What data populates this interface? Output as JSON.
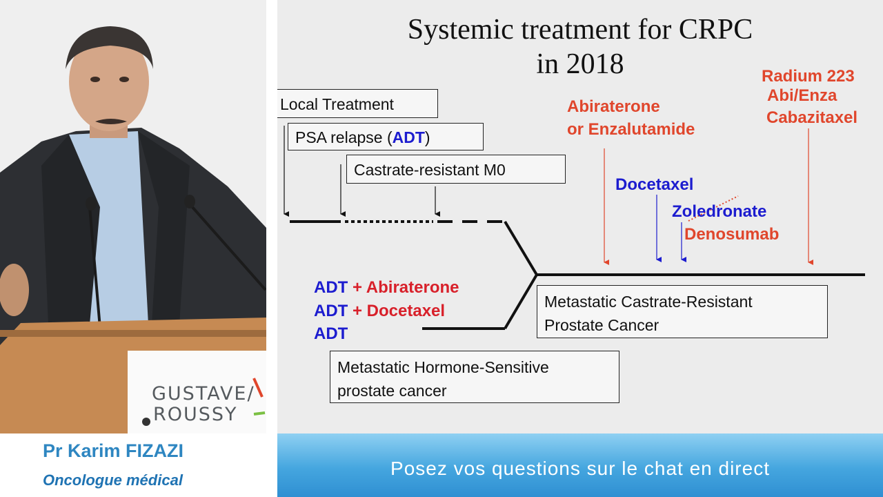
{
  "speaker": {
    "name": "Pr Karim FIZAZI",
    "role": "Oncologue médical",
    "podium_line1": "GUSTAVE/",
    "podium_line2": "ROUSSY"
  },
  "slide": {
    "title_line1": "Systemic treatment for CRPC",
    "title_line2": "in 2018",
    "boxes": {
      "local_treatment": "Local Treatment",
      "psa_relapse_prefix": "PSA relapse (",
      "psa_relapse_adt": "ADT",
      "psa_relapse_suffix": ")",
      "castrate_resistant_m0": "Castrate-resistant M0",
      "mcrpc_line1": "Metastatic Castrate-Resistant",
      "mcrpc_line2": "Prostate Cancer",
      "mhspc_line1": "Metastatic Hormone-Sensitive",
      "mhspc_line2": "prostate cancer"
    },
    "treatments": {
      "abiraterone_line1": "Abiraterone",
      "abiraterone_line2": "or Enzalutamide",
      "docetaxel": "Docetaxel",
      "zoledronate": "Zoledronate",
      "denosumab": "Denosumab",
      "radium": "Radium 223",
      "abi_enza": "Abi/Enza",
      "cabazitaxel": "Cabazitaxel"
    },
    "hs_options": [
      {
        "adt": "ADT",
        "plus": " + Abiraterone"
      },
      {
        "adt": "ADT",
        "plus": " + Docetaxel"
      },
      {
        "adt": "ADT",
        "plus": ""
      }
    ],
    "colors": {
      "orange": "#e0462c",
      "blue": "#1c1ccf",
      "red": "#d8202a"
    }
  },
  "banner": {
    "text": "Posez vos questions sur le chat en direct"
  }
}
